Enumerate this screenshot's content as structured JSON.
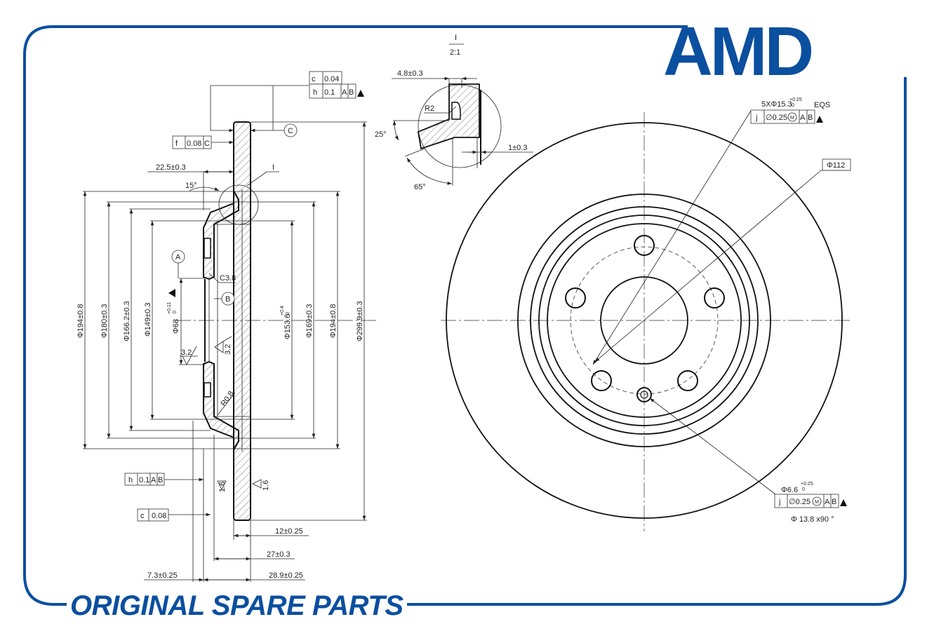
{
  "brand": {
    "logo_text": "AMD",
    "slogan": "ORIGINAL SPARE PARTS",
    "color": "#0b4f9f"
  },
  "section_view": {
    "tolerance_frame_top": {
      "row1": [
        "c",
        "0.04"
      ],
      "row2": [
        "h",
        "0.1",
        "A",
        "B"
      ]
    },
    "tolerance_frame_f": [
      "f",
      "0.08",
      "C"
    ],
    "tolerance_frame_h_bottom": [
      "h",
      "0.1",
      "A",
      "B"
    ],
    "tolerance_frame_c_bottom": [
      "c",
      "0.08"
    ],
    "datums": [
      "A",
      "B",
      "C"
    ],
    "detail_marker": "I",
    "dims": {
      "d_22_5": "22.5±0.3",
      "angle_15": "15°",
      "chamfer": "C3.8",
      "radius": "R0.8",
      "rough_32a": "3.2",
      "rough_32b": "3.2",
      "rough_16a": "1.6",
      "rough_16b": "1.6",
      "dia_194_left": "Φ194±0.8",
      "dia_180": "Φ180±0.3",
      "dia_166": "Φ166.2±0.3",
      "dia_149": "Φ149±0.3",
      "dia_68": "Φ68",
      "dia_68_tol_upper": "+0.11",
      "dia_68_tol_lower": "0",
      "dia_153": "Φ153.6",
      "dia_153_tol_upper": "+0.4",
      "dia_153_tol_lower": "0",
      "dia_169": "Φ169±0.3",
      "dia_194_right": "Φ194±0.8",
      "dia_299": "Φ299.9±0.3",
      "w_12": "12±0.25",
      "w_27": "27±0.3",
      "w_28_9": "28.9±0.25",
      "w_7_3": "7.3±0.25"
    }
  },
  "detail_view": {
    "label": "I",
    "scale": "2:1",
    "d_4_8": "4.8±0.3",
    "radius": "R2",
    "angle_25": "25°",
    "angle_65": "65°",
    "d_1": "1±0.3"
  },
  "front_view": {
    "bolt_holes": "5XΦ15.3",
    "bolt_tol_upper": "+0.25",
    "bolt_tol_lower": "0",
    "eqs": "EQS",
    "frame_bolt": [
      "j",
      "∅0.25",
      "M",
      "A",
      "B"
    ],
    "pcd": "Φ112",
    "small_hole": "Φ6.6",
    "small_tol_upper": "+0.25",
    "small_tol_lower": "0",
    "frame_small": [
      "j",
      "∅0.25",
      "M",
      "A",
      "B"
    ],
    "countersink": "Φ 13.8 x90 °"
  }
}
